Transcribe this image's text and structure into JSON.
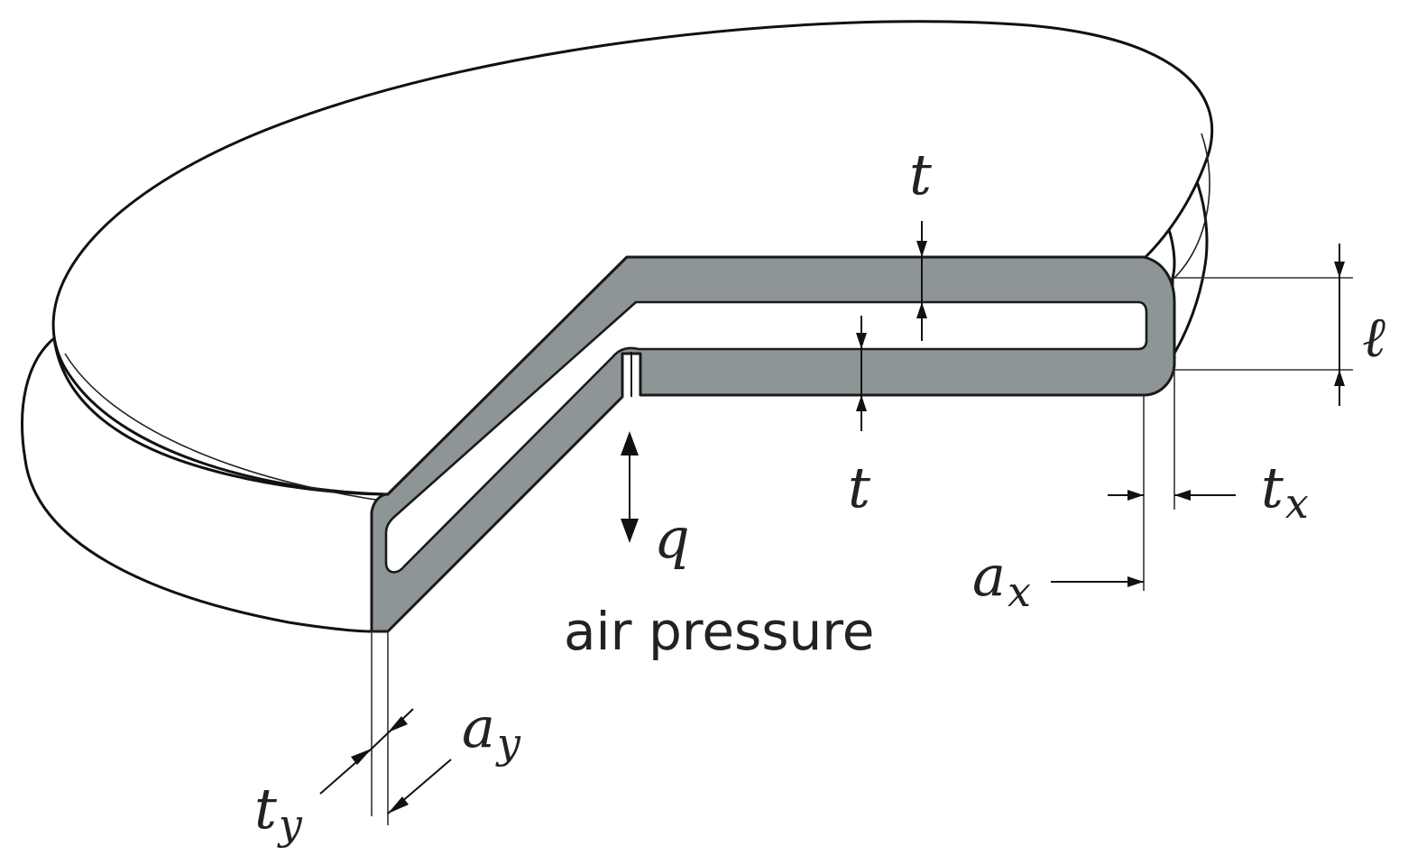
{
  "labels": {
    "t_top": "t",
    "t_bottom": "t",
    "l": "ℓ",
    "t_x_main": "t",
    "t_x_sub": "x",
    "a_x_main": "a",
    "a_x_sub": "x",
    "q": "q",
    "air_pressure": "air pressure",
    "a_y_main": "a",
    "a_y_sub": "y",
    "t_y_main": "t",
    "t_y_sub": "y"
  },
  "colors": {
    "section_fill": "#8e9596",
    "outline": "#111111",
    "background": "#ffffff"
  }
}
